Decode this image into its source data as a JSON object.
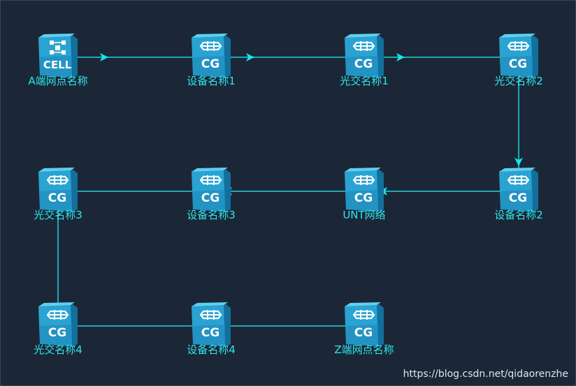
{
  "colors": {
    "background": "#1b2736",
    "link": "#1fa7b3",
    "arrow": "#12e6f0",
    "label": "#2fe6ee",
    "icon_face": "#2aa3d2",
    "icon_side": "#136f9c",
    "icon_top": "#5fd0f2",
    "watermark": "#dfe6ee"
  },
  "nodes": [
    {
      "id": "a-site",
      "label": "A端网点名称",
      "icon": "cell-icon",
      "icon_text": "CELL"
    },
    {
      "id": "device-1",
      "label": "设备名称1",
      "icon": "cg-icon",
      "icon_text": "CG"
    },
    {
      "id": "optical-1",
      "label": "光交名称1",
      "icon": "cg-icon",
      "icon_text": "CG"
    },
    {
      "id": "optical-2",
      "label": "光交名称2",
      "icon": "cg-icon",
      "icon_text": "CG"
    },
    {
      "id": "optical-3",
      "label": "光交名称3",
      "icon": "cg-icon",
      "icon_text": "CG"
    },
    {
      "id": "device-3",
      "label": "设备名称3",
      "icon": "cg-icon",
      "icon_text": "CG"
    },
    {
      "id": "unt-network",
      "label": "UNT网络",
      "icon": "cg-icon",
      "icon_text": "CG"
    },
    {
      "id": "device-2",
      "label": "设备名称2",
      "icon": "cg-icon",
      "icon_text": "CG"
    },
    {
      "id": "optical-4",
      "label": "光交名称4",
      "icon": "cg-icon",
      "icon_text": "CG"
    },
    {
      "id": "device-4",
      "label": "设备名称4",
      "icon": "cg-icon",
      "icon_text": "CG"
    },
    {
      "id": "z-site",
      "label": "Z端网点名称",
      "icon": "cg-icon",
      "icon_text": "CG"
    }
  ],
  "links": [
    {
      "from": "a-site",
      "to": "device-1"
    },
    {
      "from": "device-1",
      "to": "optical-1"
    },
    {
      "from": "optical-1",
      "to": "optical-2"
    },
    {
      "from": "optical-2",
      "to": "device-2"
    },
    {
      "from": "device-2",
      "to": "unt-network"
    },
    {
      "from": "unt-network",
      "to": "device-3"
    },
    {
      "from": "device-3",
      "to": "optical-3"
    },
    {
      "from": "optical-3",
      "to": "optical-4"
    },
    {
      "from": "optical-4",
      "to": "device-4"
    },
    {
      "from": "device-4",
      "to": "z-site"
    }
  ],
  "watermark": "https://blog.csdn.net/qidaorenzhe"
}
